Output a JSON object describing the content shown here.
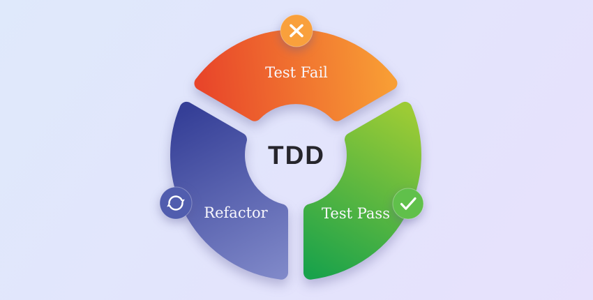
{
  "background": {
    "top_left": "#dfe9fb",
    "bottom_right": "#e7e1fc"
  },
  "diagram": {
    "title": "TDD",
    "title_color": "#26252c",
    "label_color": "#f8f7fd",
    "segments": [
      {
        "id": "test-fail",
        "label": "Test Fail",
        "icon": "cross-icon",
        "arc_gradient": {
          "from": "#e8452a",
          "to": "#f89e35"
        },
        "badge_gradient": {
          "from": "#f9a03c",
          "to": "#ee5b26"
        }
      },
      {
        "id": "refactor",
        "label": "Refactor",
        "icon": "refresh-icon",
        "arc_gradient": {
          "from": "#353f97",
          "to": "#8089c9"
        },
        "badge_gradient": {
          "from": "#515dae",
          "to": "#3a4493"
        }
      },
      {
        "id": "test-pass",
        "label": "Test Pass",
        "icon": "check-icon",
        "arc_gradient": {
          "from": "#19a24b",
          "to": "#9ccb35"
        },
        "badge_gradient": {
          "from": "#60c04b",
          "to": "#2aa74d"
        }
      }
    ]
  }
}
